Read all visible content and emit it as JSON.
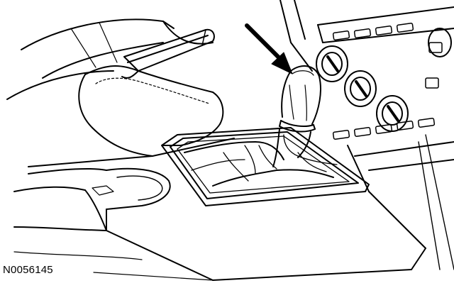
{
  "figure": {
    "id_label": "N0056145"
  },
  "colors": {
    "ink": "#000000",
    "paper": "#ffffff"
  },
  "parts": [
    "parking-brake-handle",
    "center-console",
    "cup-holder",
    "shift-boot",
    "shift-bezel",
    "gear-shift-knob",
    "climate-control-knobs",
    "hvac-buttons"
  ],
  "callout": {
    "type": "arrow",
    "points_to": "gear-shift-knob"
  }
}
